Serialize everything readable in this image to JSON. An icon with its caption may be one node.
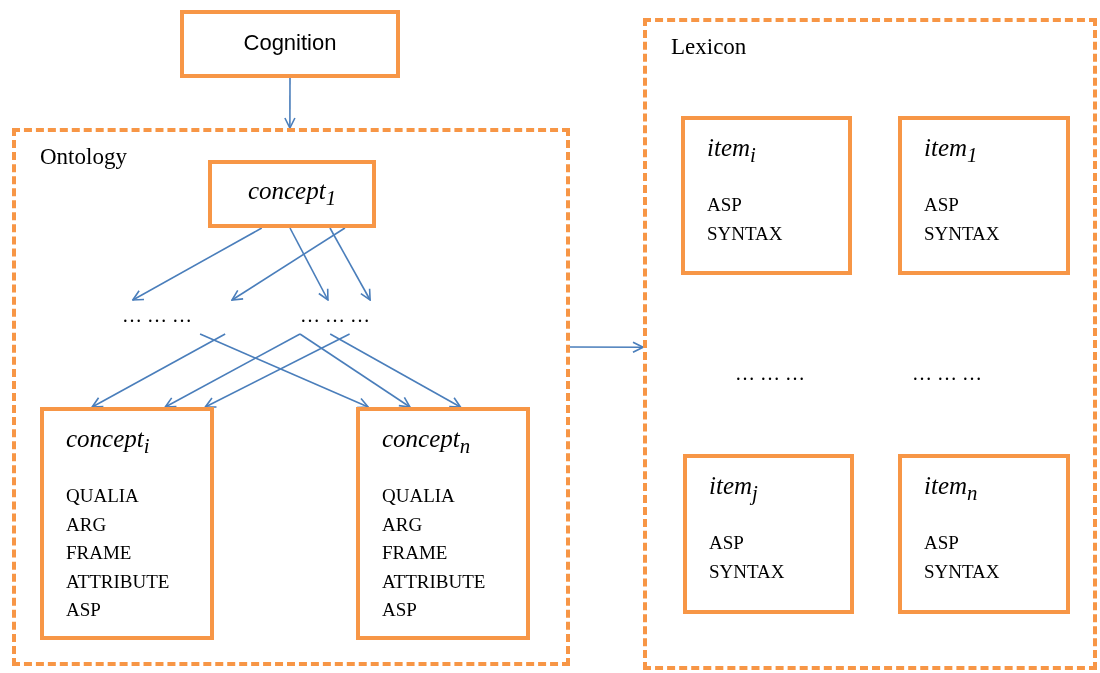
{
  "diagram": {
    "nodes": [
      {
        "text": [
          "Cognition"
        ]
      },
      {
        "text": [
          "Ontology"
        ]
      },
      {
        "text": [
          "concept$_{1}$"
        ],
        "in": 1
      },
      {
        "text": [
          "… … …"
        ],
        "in": 1
      },
      {
        "text": [
          "… … …"
        ],
        "in": 1
      },
      {
        "text": [
          "concept$_{i}$",
          "QUALIA",
          "ARG",
          "FRAME",
          "ATTRIBUTE",
          "ASP"
        ],
        "in": 1
      },
      {
        "text": [
          "concept$_{n}$",
          "QUALIA",
          "ARG",
          "FRAME",
          "ATTRIBUTE",
          "ASP"
        ],
        "in": 1
      },
      {
        "text": [
          "Lexicon"
        ]
      },
      {
        "text": [
          "item$_{i}$",
          "ASP",
          "SYNTAX"
        ],
        "in": 7
      },
      {
        "text": [
          "item$_{1}$",
          "ASP",
          "SYNTAX"
        ],
        "in": 7
      },
      {
        "text": [
          "item$_{j}$",
          "ASP",
          "SYNTAX"
        ],
        "in": 7
      },
      {
        "text": [
          "item$_{n}$",
          "ASP",
          "SYNTAX"
        ],
        "in": 7
      }
    ],
    "edges": [
      {
        "from": 0,
        "to": 1,
        "arrow": "to"
      },
      {
        "from": 2,
        "to": 3,
        "arrow": "to"
      },
      {
        "from": 2,
        "to": 3,
        "arrow": "to"
      },
      {
        "from": 2,
        "to": 4,
        "arrow": "to"
      },
      {
        "from": 2,
        "to": 4,
        "arrow": "to"
      },
      {
        "from": 3,
        "to": 5,
        "arrow": "to"
      },
      {
        "from": 3,
        "to": 6,
        "arrow": "to"
      },
      {
        "from": 4,
        "to": 5,
        "arrow": "to"
      },
      {
        "from": 4,
        "to": 6,
        "arrow": "to"
      },
      {
        "from": 4,
        "to": 5,
        "arrow": "to"
      },
      {
        "from": 4,
        "to": 6,
        "arrow": "to"
      },
      {
        "from": 1,
        "to": 7,
        "arrow": "to"
      }
    ],
    "labels": [
      "… … …",
      "… … …"
    ]
  }
}
